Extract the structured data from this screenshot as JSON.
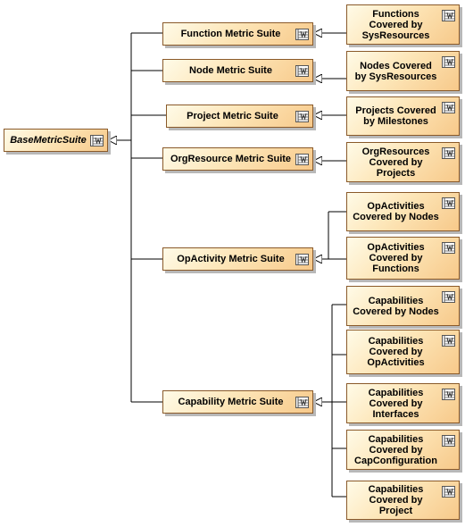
{
  "root": {
    "label": "BaseMetricSuite"
  },
  "suites": [
    {
      "label": "Function Metric Suite"
    },
    {
      "label": "Node Metric Suite"
    },
    {
      "label": "Project Metric Suite"
    },
    {
      "label": "OrgResource Metric Suite"
    },
    {
      "label": "OpActivity Metric Suite"
    },
    {
      "label": "Capability Metric Suite"
    }
  ],
  "metrics": [
    {
      "label": "Functions\nCovered by\nSysResources"
    },
    {
      "label": "Nodes Covered\nby SysResources"
    },
    {
      "label": "Projects Covered\nby Milestones"
    },
    {
      "label": "OrgResources\nCovered by\nProjects"
    },
    {
      "label": "OpActivities\nCovered by Nodes"
    },
    {
      "label": "OpActivities\nCovered by\nFunctions"
    },
    {
      "label": "Capabilities\nCovered by Nodes"
    },
    {
      "label": "Capabilities\nCovered by\nOpActivities"
    },
    {
      "label": "Capabilities\nCovered by\nInterfaces"
    },
    {
      "label": "Capabilities\nCovered by\nCapConfiguration"
    },
    {
      "label": "Capabilities\nCovered by\nProject"
    }
  ],
  "stereotype_icon": "metric-suite-icon",
  "colors": {
    "fill_light": "#fffbe8",
    "fill_dark": "#f7c98a",
    "border": "#8a5a2a",
    "line": "#000000"
  }
}
